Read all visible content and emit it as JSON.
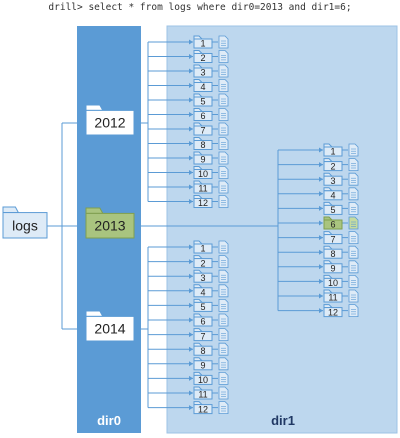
{
  "query": "drill> select * from logs where dir0=2013 and dir1=6;",
  "root_folder": "logs",
  "panel_dir0_label": "dir0",
  "panel_dir1_label": "dir1",
  "years": [
    {
      "label": "2012",
      "highlighted": false
    },
    {
      "label": "2013",
      "highlighted": true
    },
    {
      "label": "2014",
      "highlighted": false
    }
  ],
  "months": [
    "1",
    "2",
    "3",
    "4",
    "5",
    "6",
    "7",
    "8",
    "9",
    "10",
    "11",
    "12"
  ],
  "highlighted_month": "6",
  "colors": {
    "dir0_panel": "#5b9bd5",
    "dir1_panel": "#bdd7ee",
    "highlight": "#a9c47f",
    "line": "#5b9bd5"
  }
}
